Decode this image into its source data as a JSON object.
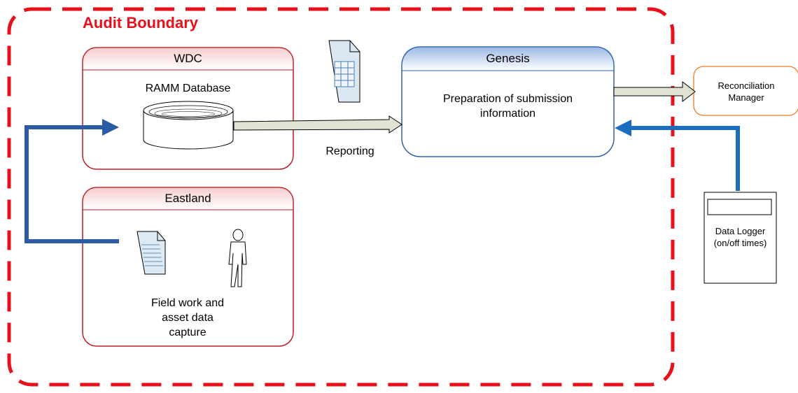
{
  "boundary": {
    "title": "Audit Boundary"
  },
  "wdc": {
    "title": "WDC",
    "database_label": "RAMM Database"
  },
  "eastland": {
    "title": "Eastland",
    "caption_lines": [
      "Field work and",
      "asset data",
      "capture"
    ]
  },
  "genesis": {
    "title": "Genesis",
    "body_lines": [
      "Preparation of submission",
      "information"
    ]
  },
  "reporting_label": "Reporting",
  "reconciliation": {
    "lines": [
      "Reconciliation",
      "Manager"
    ]
  },
  "data_logger": {
    "lines": [
      "Data Logger",
      "(on/off times)"
    ]
  },
  "icons": [
    "spreadsheet-icon",
    "document-icon",
    "person-icon",
    "database-icon"
  ],
  "colors": {
    "boundary_red": "#e8101a",
    "box_red": "#c0181f",
    "genesis_blue": "#2f5fa8",
    "flow_blue": "#2b5ba4",
    "flow_blue_right": "#1c6cc0",
    "recon_orange": "#e87d2a"
  }
}
